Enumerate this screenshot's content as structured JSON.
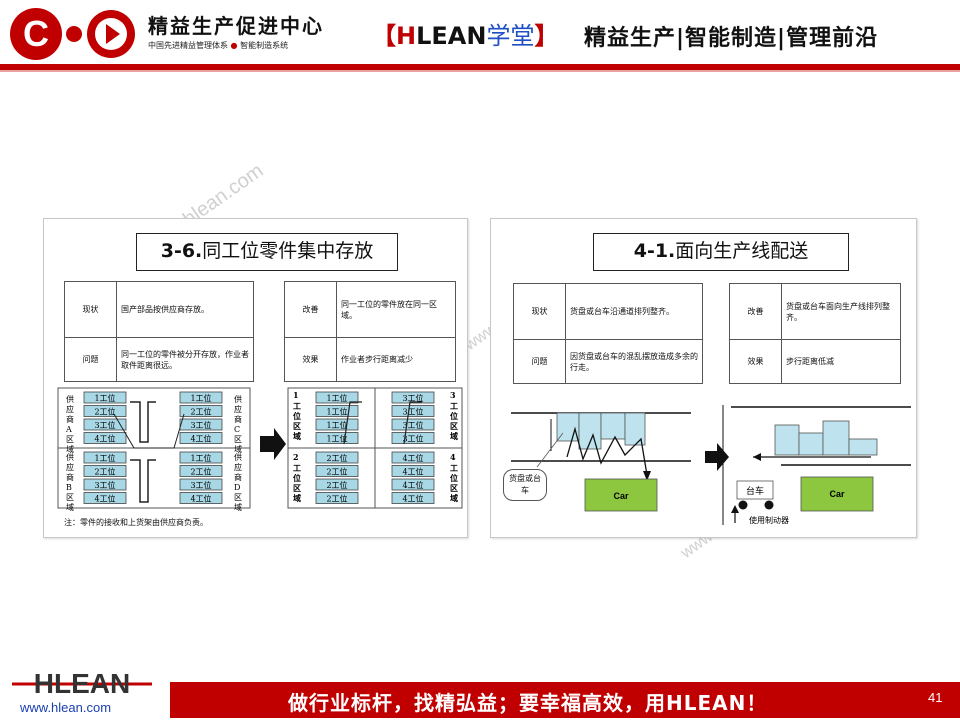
{
  "header": {
    "brand_cn": "精益生产促进中心",
    "brand_sub_left": "中国先进精益管理体系",
    "brand_sub_dot": "●",
    "brand_sub_right": "智能制造系统",
    "tag_open": "【",
    "tag_h": "H",
    "tag_lean": "LEAN",
    "tag_cn": "学堂",
    "tag_close": "】",
    "slogan": "精益生产|智能制造|管理前沿",
    "accent_color": "#c00000"
  },
  "left_panel": {
    "title_num": "3-6.",
    "title_text": "同工位零件集中存放",
    "table1": [
      {
        "key": "现状",
        "value": "国产部品按供应商存放。"
      },
      {
        "key": "问题",
        "value": "同一工位的零件被分开存放，作业者取件距离很远。"
      }
    ],
    "table2": [
      {
        "key": "改善",
        "value": "同一工位的零件放在同一区域。"
      },
      {
        "key": "效果",
        "value": "作业者步行距离减少"
      }
    ],
    "supplier_labels": [
      "供应商A区域",
      "供应商B区域",
      "供应商C区域",
      "供应商D区域"
    ],
    "station_labels": [
      "1工位",
      "2工位",
      "3工位",
      "4工位"
    ],
    "zone_labels": [
      "1工位区域",
      "2工位区域",
      "3工位区域",
      "4工位区域"
    ],
    "zone_numbers": [
      "1",
      "2",
      "3",
      "4"
    ],
    "note": "注：零件的接收和上货架由供应商负责。"
  },
  "right_panel": {
    "title_num": "4-1.",
    "title_text": "面向生产线配送",
    "table1": [
      {
        "key": "现状",
        "value": "货盘或台车沿通道排列整齐。"
      },
      {
        "key": "问题",
        "value": "因货盘或台车的混乱摆放造成多余的行走。"
      }
    ],
    "table2": [
      {
        "key": "改善",
        "value": "货盘或台车面向生产线排列整齐。"
      },
      {
        "key": "效果",
        "value": "步行距离低减"
      }
    ],
    "callout": "货盘或台车",
    "car_label": "Car",
    "cart_label": "台车",
    "brake_label": "使用制动器",
    "car_color": "#8dc63f"
  },
  "watermarks": [
    "www.hlean.com",
    "www.hlean.com",
    "www.hlean.com"
  ],
  "footer": {
    "logo_text": "HLEAN",
    "url": "www.hlean.com",
    "slogan": "做行业标杆，找精弘益；要幸福高效，用HLEAN！",
    "page_number": "41"
  }
}
